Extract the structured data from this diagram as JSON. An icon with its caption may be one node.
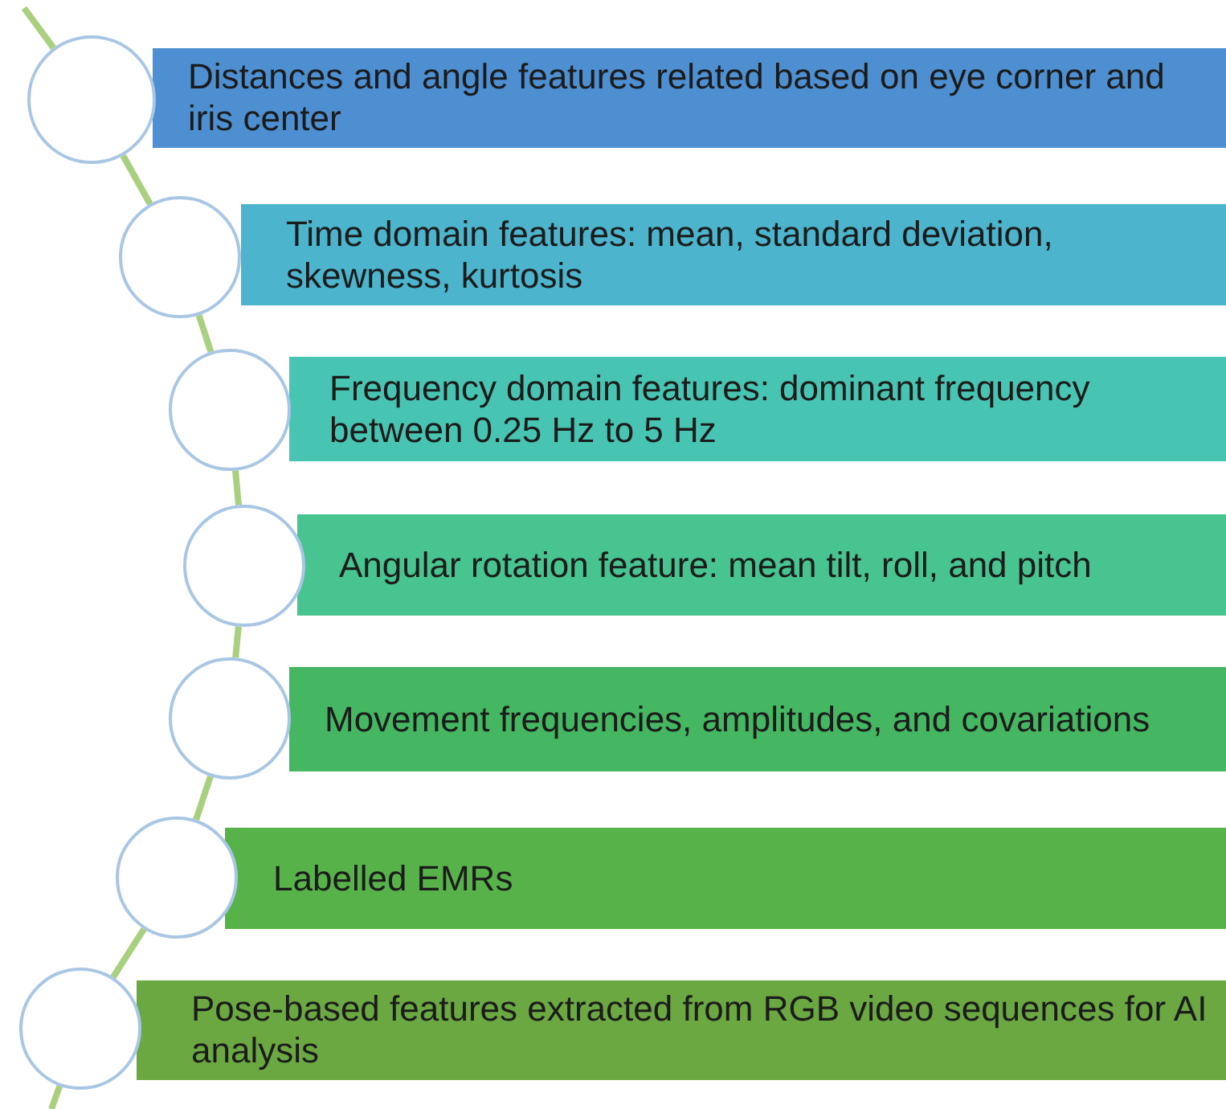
{
  "diagram": {
    "nodes": [
      {
        "text": [],
        "shape": "circle"
      },
      {
        "text": [
          "Distances and angle features related based on eye corner and iris center"
        ]
      },
      {
        "text": [],
        "shape": "circle"
      },
      {
        "text": [
          "Time domain features: mean, standard deviation, skewness, kurtosis"
        ]
      },
      {
        "text": [],
        "shape": "circle"
      },
      {
        "text": [
          "Frequency domain features: dominant frequency between 0.25 Hz to 5 Hz"
        ]
      },
      {
        "text": [],
        "shape": "circle"
      },
      {
        "text": [
          "Angular rotation feature: mean tilt, roll, and pitch"
        ]
      },
      {
        "text": [],
        "shape": "circle"
      },
      {
        "text": [
          "Movement frequencies, amplitudes, and covariations"
        ]
      },
      {
        "text": [],
        "shape": "circle"
      },
      {
        "text": [
          "Labelled EMRs"
        ]
      },
      {
        "text": [],
        "shape": "circle"
      },
      {
        "text": [
          "Pose-based features extracted from RGB video sequences for AI analysis"
        ]
      }
    ],
    "edges": [
      {
        "from": null,
        "to": 0,
        "arrow": "none"
      },
      {
        "from": 0,
        "to": 2,
        "arrow": "none"
      },
      {
        "from": 2,
        "to": 4,
        "arrow": "none"
      },
      {
        "from": 4,
        "to": 6,
        "arrow": "none"
      },
      {
        "from": 6,
        "to": 8,
        "arrow": "none"
      },
      {
        "from": 8,
        "to": 10,
        "arrow": "none"
      },
      {
        "from": 10,
        "to": 12,
        "arrow": "none"
      },
      {
        "from": 12,
        "to": null,
        "arrow": "none"
      }
    ]
  }
}
